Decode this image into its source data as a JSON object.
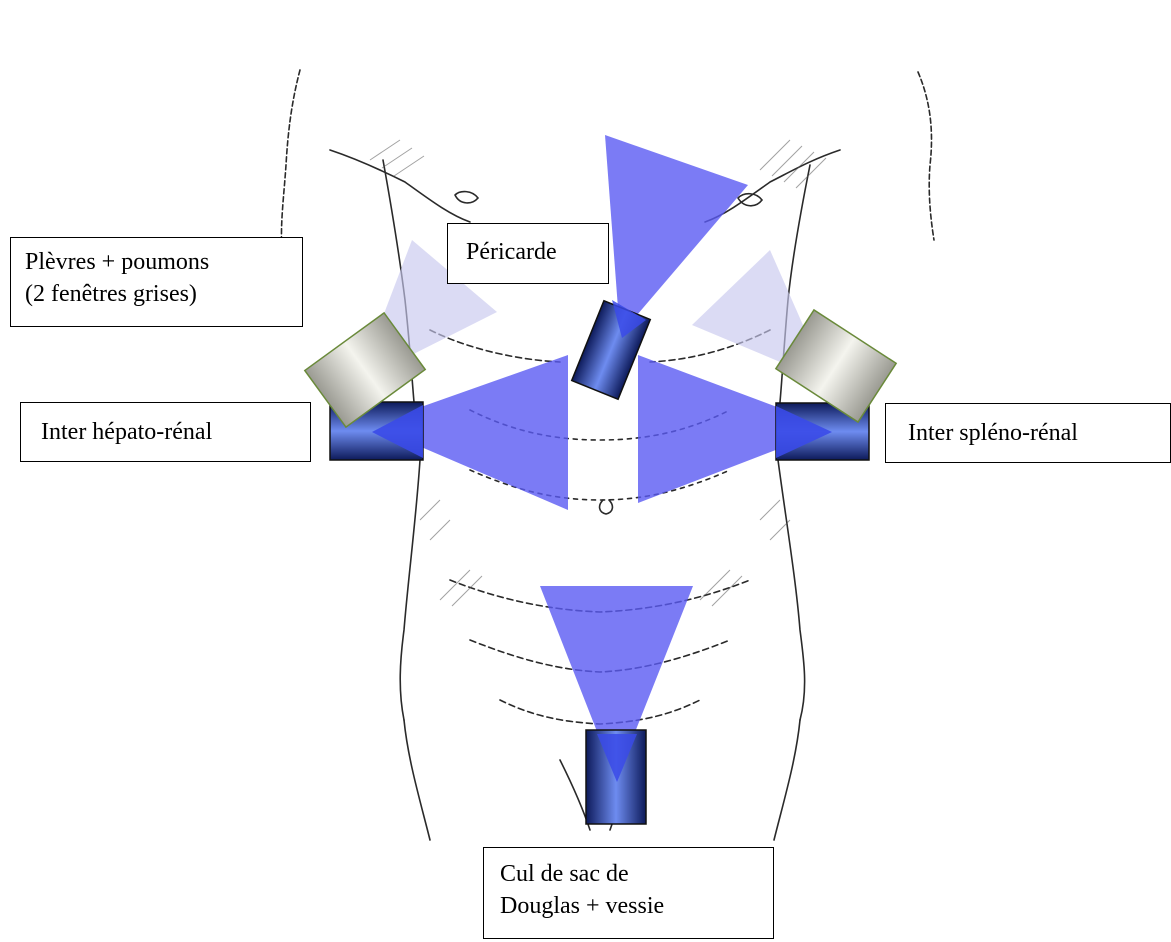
{
  "colors": {
    "beam": "#5a5af2",
    "beam_grey": "#c8c8ee",
    "probe_blue": "#2e3f9e",
    "probe_grey": "#dcdcd4",
    "outline": "#000000"
  },
  "labels": {
    "plevres": [
      "Plèvres + poumons",
      "(2 fenêtres grises)"
    ],
    "pericarde": "Péricarde",
    "hepato_renal": "Inter hépato-rénal",
    "spleno_renal": "Inter spléno-rénal",
    "douglas": [
      "Cul de sac de",
      "Douglas + vessie"
    ]
  }
}
